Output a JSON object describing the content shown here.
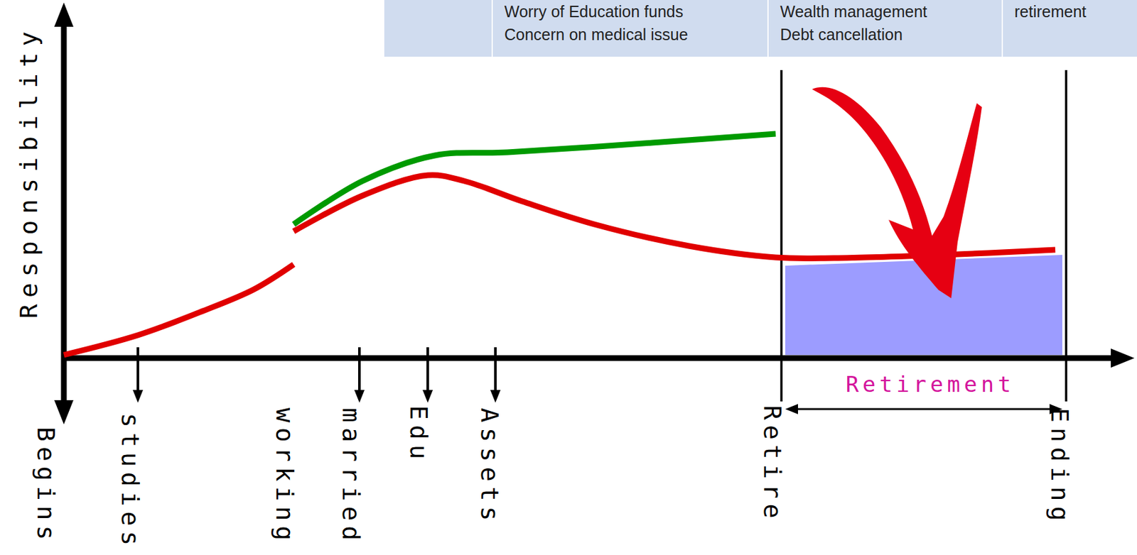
{
  "diagram": {
    "nodes": [
      {
        "text": [
          "Worry of Education funds",
          "Concern on medical issue"
        ]
      },
      {
        "text": [
          "Wealth management",
          "Debt cancellation"
        ]
      },
      {
        "text": [
          "retirement"
        ]
      }
    ],
    "labels": [
      "Responsibility",
      "Begins",
      "studies",
      "working",
      "married",
      "Edu",
      "Assets",
      "Retire",
      "Ending",
      "Retirement"
    ]
  }
}
